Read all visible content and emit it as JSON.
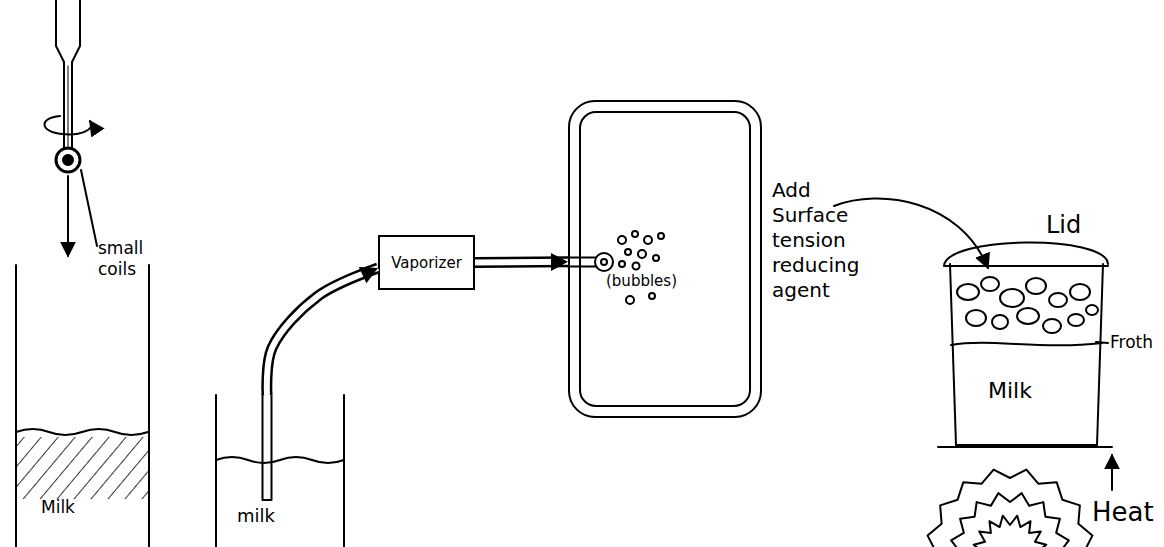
{
  "diagram": {
    "nodes": [
      {
        "text": [
          "Milk"
        ]
      },
      {
        "text": [
          "milk"
        ]
      },
      {
        "text": [
          "Vaporizer"
        ]
      },
      {
        "text": [
          "(bubbles)"
        ]
      },
      {
        "text": [
          "Milk"
        ]
      }
    ],
    "edges": [
      {
        "from": 1,
        "to": 2,
        "arrow": "to"
      },
      {
        "from": 2,
        "to": 3,
        "arrow": "to"
      }
    ],
    "labels": [
      "small coils",
      "Add Surface tension reducing agent",
      "Lid",
      "Froth",
      "Heat"
    ]
  }
}
